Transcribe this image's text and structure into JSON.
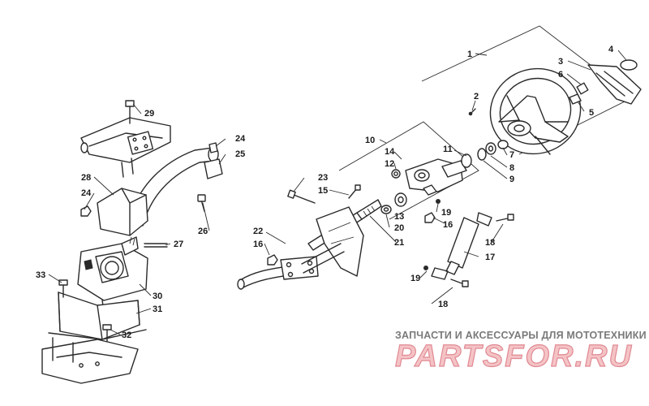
{
  "watermark": {
    "tagline": "ЗАПЧАСТИ И АКСЕССУАРЫ ДЛЯ МОТОТЕХНИКИ",
    "logo_text": "PARTSFOR.RU"
  },
  "callouts": {
    "c1": "1",
    "c2": "2",
    "c3": "3",
    "c4": "4",
    "c5": "5",
    "c6": "6",
    "c7": "7",
    "c8": "8",
    "c9": "9",
    "c10": "10",
    "c11": "11",
    "c12": "12",
    "c13": "13",
    "c14": "14",
    "c15": "15",
    "c16a": "16",
    "c16b": "16",
    "c17": "17",
    "c18a": "18",
    "c18b": "18",
    "c19a": "19",
    "c19b": "19",
    "c20": "20",
    "c21": "21",
    "c22": "22",
    "c23": "23",
    "c24a": "24",
    "c24b": "24",
    "c25": "25",
    "c26": "26",
    "c27": "27",
    "c28": "28",
    "c29": "29",
    "c30": "30",
    "c31": "31",
    "c32": "32",
    "c33": "33"
  }
}
